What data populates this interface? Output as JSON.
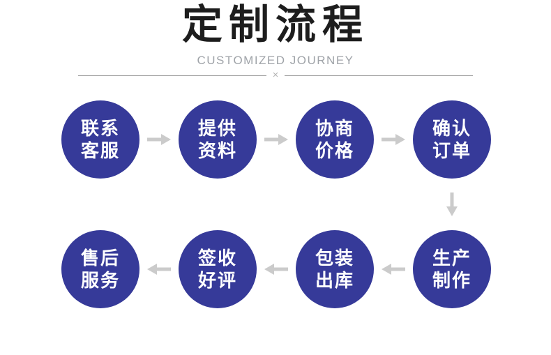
{
  "header": {
    "title": "定制流程",
    "subtitle": "CUSTOMIZED JOURNEY",
    "divider_symbol": "×"
  },
  "flow": {
    "top_row": [
      {
        "name": "contact-service",
        "lines": [
          "联系",
          "客服"
        ]
      },
      {
        "name": "provide-materials",
        "lines": [
          "提供",
          "资料"
        ]
      },
      {
        "name": "negotiate-price",
        "lines": [
          "协商",
          "价格"
        ]
      },
      {
        "name": "confirm-order",
        "lines": [
          "确认",
          "订单"
        ]
      }
    ],
    "bottom_row": [
      {
        "name": "aftersales-service",
        "lines": [
          "售后",
          "服务"
        ]
      },
      {
        "name": "sign-and-review",
        "lines": [
          "签收",
          "好评"
        ]
      },
      {
        "name": "pack-and-ship",
        "lines": [
          "包装",
          "出库"
        ]
      },
      {
        "name": "production",
        "lines": [
          "生产",
          "制作"
        ]
      }
    ]
  },
  "icons": {
    "top_connectors": "arrow-right-icon",
    "row_connector": "arrow-down-icon",
    "bottom_connectors": "arrow-left-icon"
  },
  "colors": {
    "circle": "#363a99",
    "arrow": "#cbcbcb",
    "title": "#1d1d1d",
    "subtitle": "#9fa3a8",
    "divider": "#a0a0a0"
  }
}
